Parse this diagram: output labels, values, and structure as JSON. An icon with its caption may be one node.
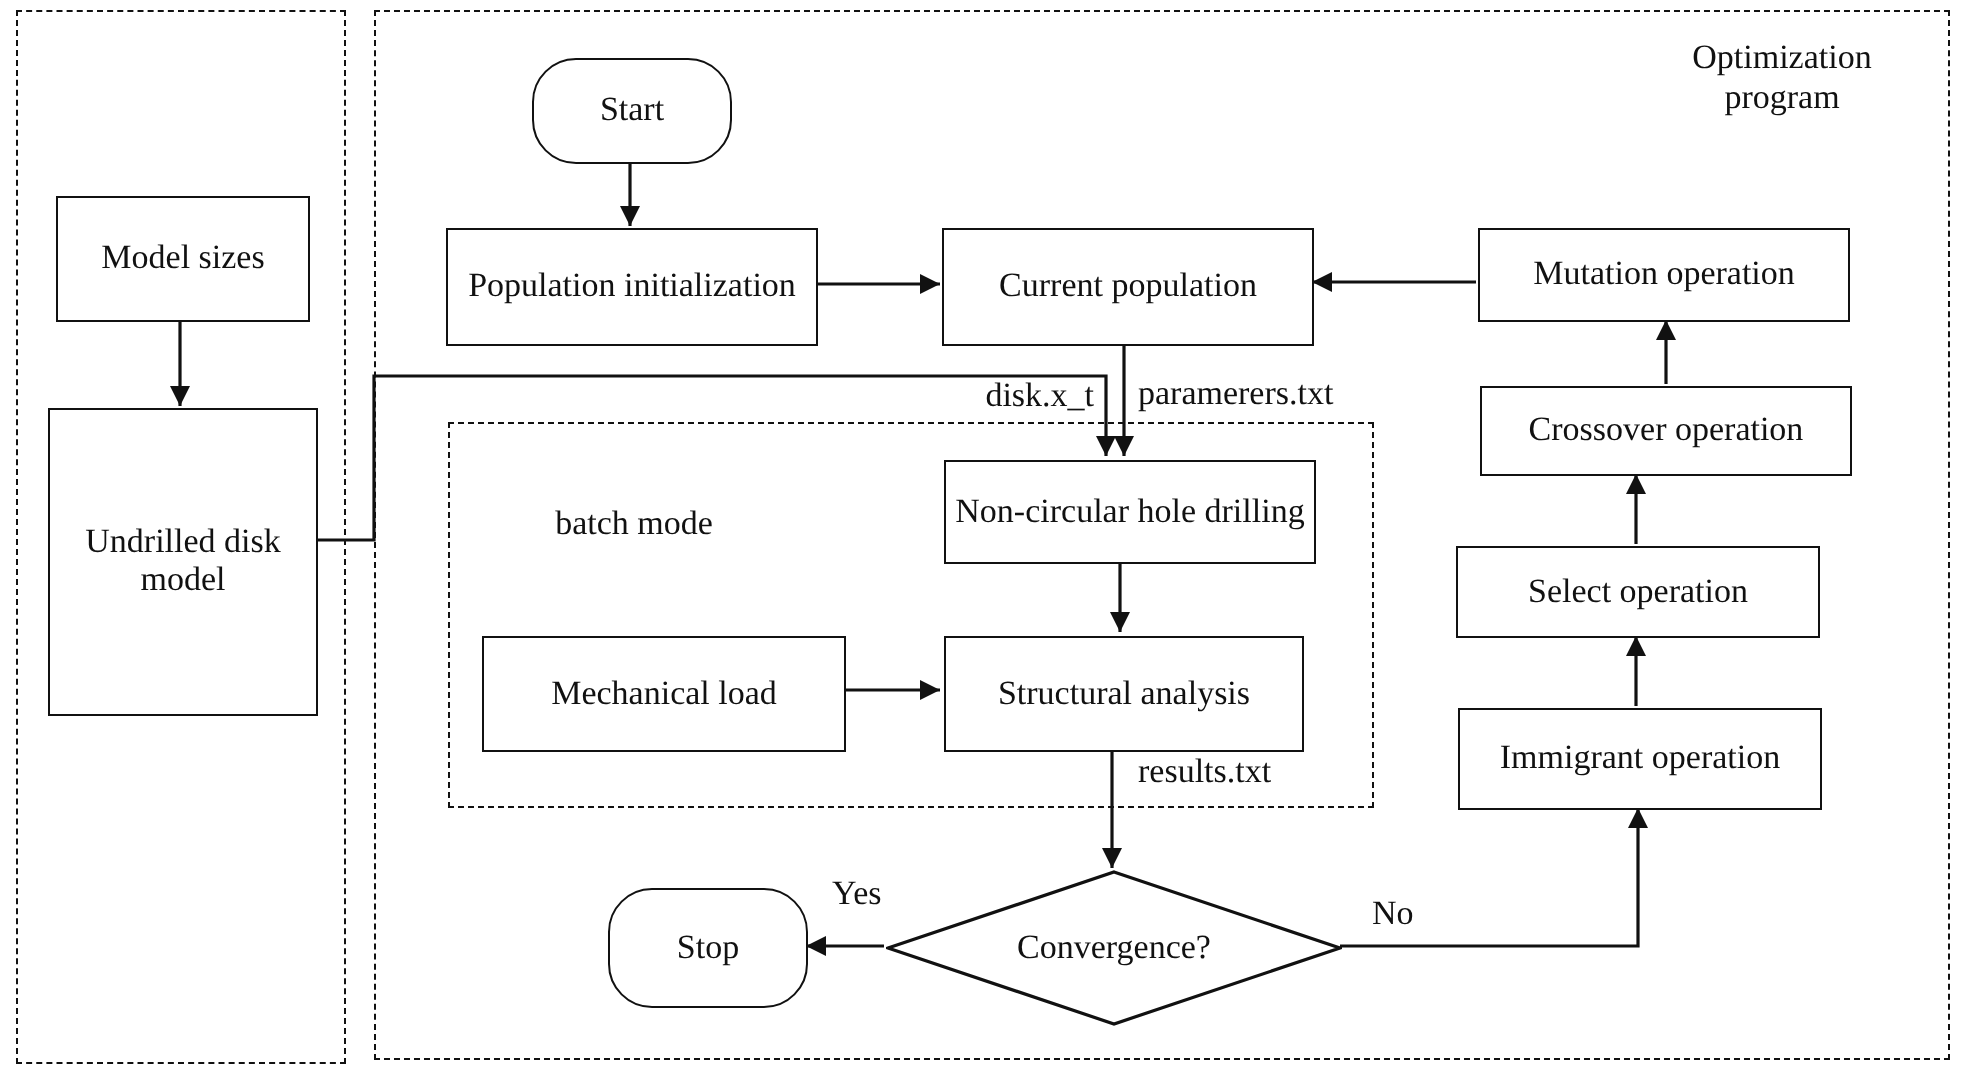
{
  "diagram": {
    "nodes": [
      {
        "text": [],
        "shape": "box"
      },
      {
        "text": [
          "Model sizes"
        ],
        "in": 0
      },
      {
        "text": [
          "Undrilled disk model"
        ],
        "in": 0
      },
      {
        "text": [
          "Optimization program"
        ]
      },
      {
        "text": [
          "Start"
        ],
        "in": 3
      },
      {
        "text": [
          "Population initialization"
        ],
        "in": 3
      },
      {
        "text": [
          "Current population"
        ],
        "in": 3
      },
      {
        "text": [
          "Mutation operation"
        ],
        "in": 3
      },
      {
        "text": [
          "batch mode"
        ],
        "in": 3
      },
      {
        "text": [
          "Non-circular hole drilling"
        ],
        "in": 8
      },
      {
        "text": [
          "Mechanical load"
        ],
        "in": 8
      },
      {
        "text": [
          "Structural analysis"
        ],
        "in": 8
      },
      {
        "text": [
          "Crossover operation"
        ],
        "in": 3
      },
      {
        "text": [
          "Select operation"
        ],
        "in": 3
      },
      {
        "text": [
          "Immigrant operation"
        ],
        "in": 3
      },
      {
        "text": [
          "Stop"
        ],
        "in": 3
      },
      {
        "text": [
          "Convergence?"
        ],
        "in": 3
      }
    ],
    "edges": [
      {
        "from": 1,
        "to": 2,
        "arrow": "to"
      },
      {
        "from": 2,
        "to": 9,
        "label": "disk.x_t",
        "arrow": "to"
      },
      {
        "from": 6,
        "to": 9,
        "label": "paramerers.txt",
        "arrow": "to"
      },
      {
        "from": 4,
        "to": 5,
        "arrow": "to"
      },
      {
        "from": 5,
        "to": 6,
        "arrow": "to"
      },
      {
        "from": 7,
        "to": 6,
        "arrow": "to"
      },
      {
        "from": 12,
        "to": 7,
        "arrow": "to"
      },
      {
        "from": 13,
        "to": 12,
        "arrow": "to"
      },
      {
        "from": 14,
        "to": 13,
        "arrow": "to"
      },
      {
        "from": 9,
        "to": 11,
        "arrow": "to"
      },
      {
        "from": 10,
        "to": 11,
        "arrow": "to"
      },
      {
        "from": 11,
        "to": 16,
        "label": "results.txt",
        "arrow": "to"
      },
      {
        "from": 16,
        "to": 15,
        "label": "Yes",
        "arrow": "to"
      },
      {
        "from": 16,
        "to": 14,
        "label": "No",
        "arrow": "to"
      }
    ]
  }
}
